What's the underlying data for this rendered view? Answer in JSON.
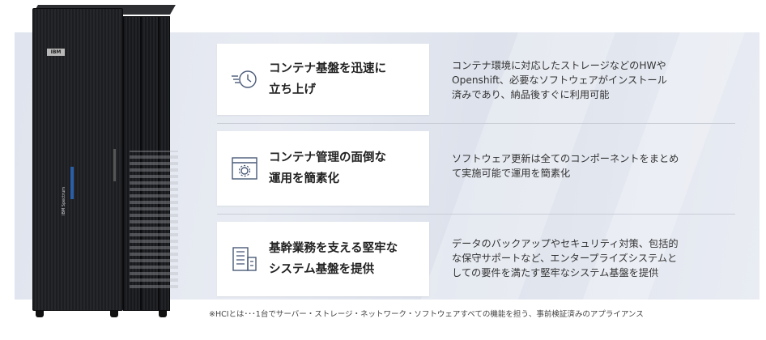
{
  "rack": {
    "badge": "IBM",
    "vertical_label": "IBM Spectrum"
  },
  "features": [
    {
      "icon": "clock-speed-icon",
      "title": "コンテナ基盤を迅速に\n立ち上げ",
      "description": "コンテナ環境に対応したストレージなどのHWや\nOpenshift、必要なソフトウェアがインストール\n済みであり、納品後すぐに利用可能"
    },
    {
      "icon": "browser-gear-icon",
      "title": "コンテナ管理の面倒な\n運用を簡素化",
      "description": "ソフトウェア更新は全てのコンポーネントをまとめ\nて実施可能で運用を簡素化"
    },
    {
      "icon": "building-icon",
      "title": "基幹業務を支える堅牢な\nシステム基盤を提供",
      "description": "データのバックアップやセキュリティ対策、包括的\nな保守サポートなど、エンタープライズシステムと\nしての要件を満たす堅牢なシステム基盤を提供"
    }
  ],
  "footnote": "※HCIとは･･･1台でサーバー・ストレージ・ネットワーク・ソフトウェアすべての機能を担う、事前検証済みのアプライアンス",
  "colors": {
    "accent": "#4a5a78",
    "background_band": "#e3e7ef"
  }
}
